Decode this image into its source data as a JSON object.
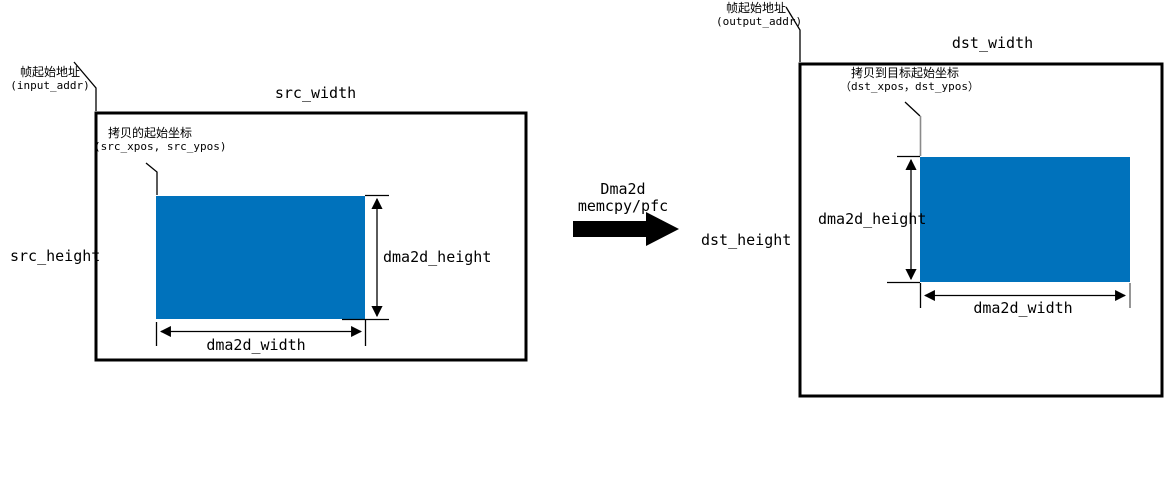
{
  "colors": {
    "region_fill": "#0072BC",
    "line": "#000000",
    "leader_gray": "#8a8a8a"
  },
  "middle": {
    "title_line1": "Dma2d",
    "title_line2": "memcpy/pfc"
  },
  "source": {
    "frame_addr_label": "帧起始地址",
    "frame_addr_var": "(input_addr)",
    "width_label": "src_width",
    "height_label": "src_height",
    "copy_origin_label": "拷贝的起始坐标",
    "copy_origin_var": "(src_xpos, src_ypos)",
    "region_height_label": "dma2d_height",
    "region_width_label": "dma2d_width"
  },
  "dest": {
    "frame_addr_label": "帧起始地址",
    "frame_addr_var": "(output_addr)",
    "width_label": "dst_width",
    "height_label": "dst_height",
    "copy_origin_label": "拷贝到目标起始坐标",
    "copy_origin_var": "（dst_xpos，dst_ypos）",
    "region_height_label": "dma2d_height",
    "region_width_label": "dma2d_width"
  }
}
